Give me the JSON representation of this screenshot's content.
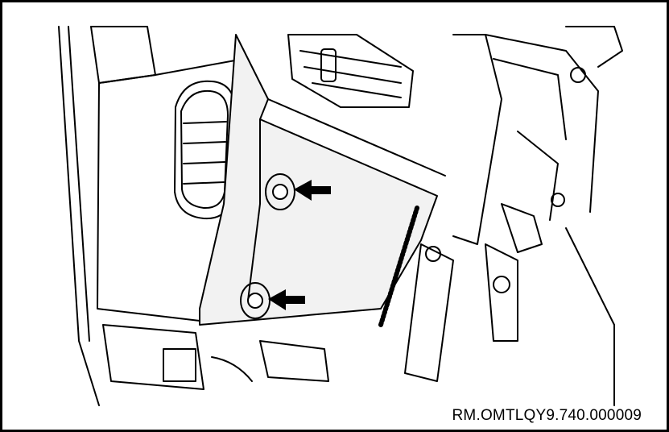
{
  "reference_code": "RM.OMTLQY9.740.000009",
  "colors": {
    "line": "#000000",
    "background": "#ffffff",
    "panel_shade": "#f2f2f2"
  },
  "callouts": [
    {
      "name": "upper-bolt-arrow",
      "icon": "arrow-left-icon"
    },
    {
      "name": "lower-bolt-arrow",
      "icon": "arrow-left-icon"
    }
  ]
}
